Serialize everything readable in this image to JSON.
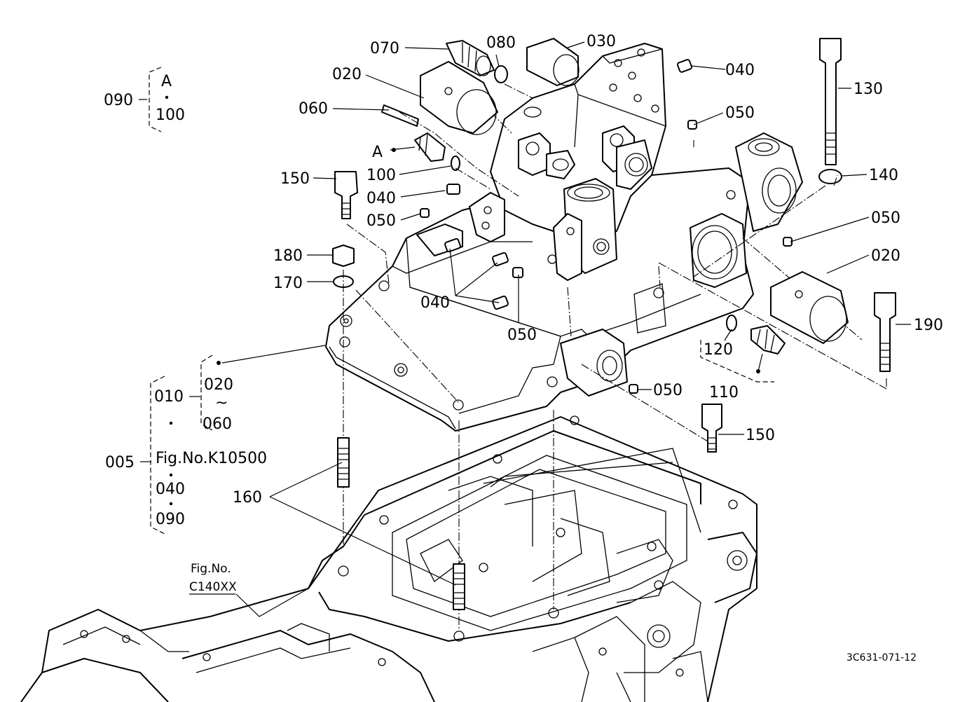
{
  "callouts": {
    "c070": "070",
    "c080": "080",
    "c030": "030",
    "c040a": "040",
    "c020a": "020",
    "c060": "060",
    "c050a": "050",
    "c130": "130",
    "cA": "A",
    "c100": "100",
    "c150a": "150",
    "c040b": "040",
    "c140": "140",
    "c050b": "050",
    "c050c": "050",
    "c020b": "020",
    "c180": "180",
    "c170": "170",
    "c040c": "040",
    "c050d": "050",
    "c190": "190",
    "c120": "120",
    "c110": "110",
    "c050e": "050",
    "c150b": "150",
    "c160": "160"
  },
  "groups": {
    "g090": {
      "label": "090",
      "top": "A",
      "bottom": "100"
    },
    "g010": {
      "label": "010",
      "top": "020",
      "tilde": "~",
      "bottom": "060"
    },
    "g005": {
      "label": "005",
      "fig": "Fig.No.K10500",
      "a": "040",
      "b": "090"
    }
  },
  "fig_ref": {
    "line1": "Fig.No.",
    "line2": "C140XX"
  },
  "drawing_id": "3C631-071-12",
  "colors": {
    "ink": "#000000",
    "paper": "#ffffff"
  }
}
